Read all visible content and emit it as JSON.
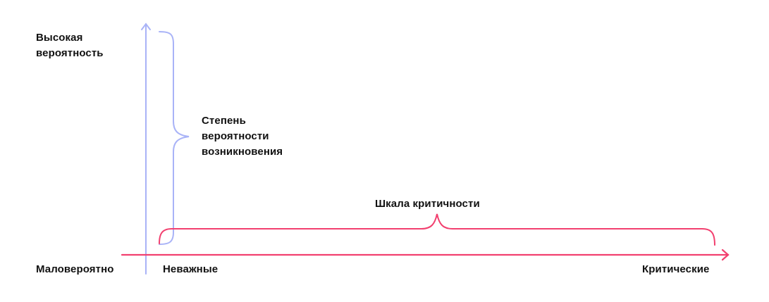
{
  "diagram": {
    "colors": {
      "probability_axis": "#a9b3f7",
      "severity_axis": "#f2406f",
      "text": "#111111",
      "background": "#ffffff"
    },
    "y_axis": {
      "top_label": "Высокая\nвероятность",
      "bottom_label": "Маловероятно",
      "brace_label": "Степень\nвероятности\nвозникновения"
    },
    "x_axis": {
      "left_label": "Неважные",
      "right_label": "Критические",
      "brace_label": "Шкала критичности"
    }
  }
}
